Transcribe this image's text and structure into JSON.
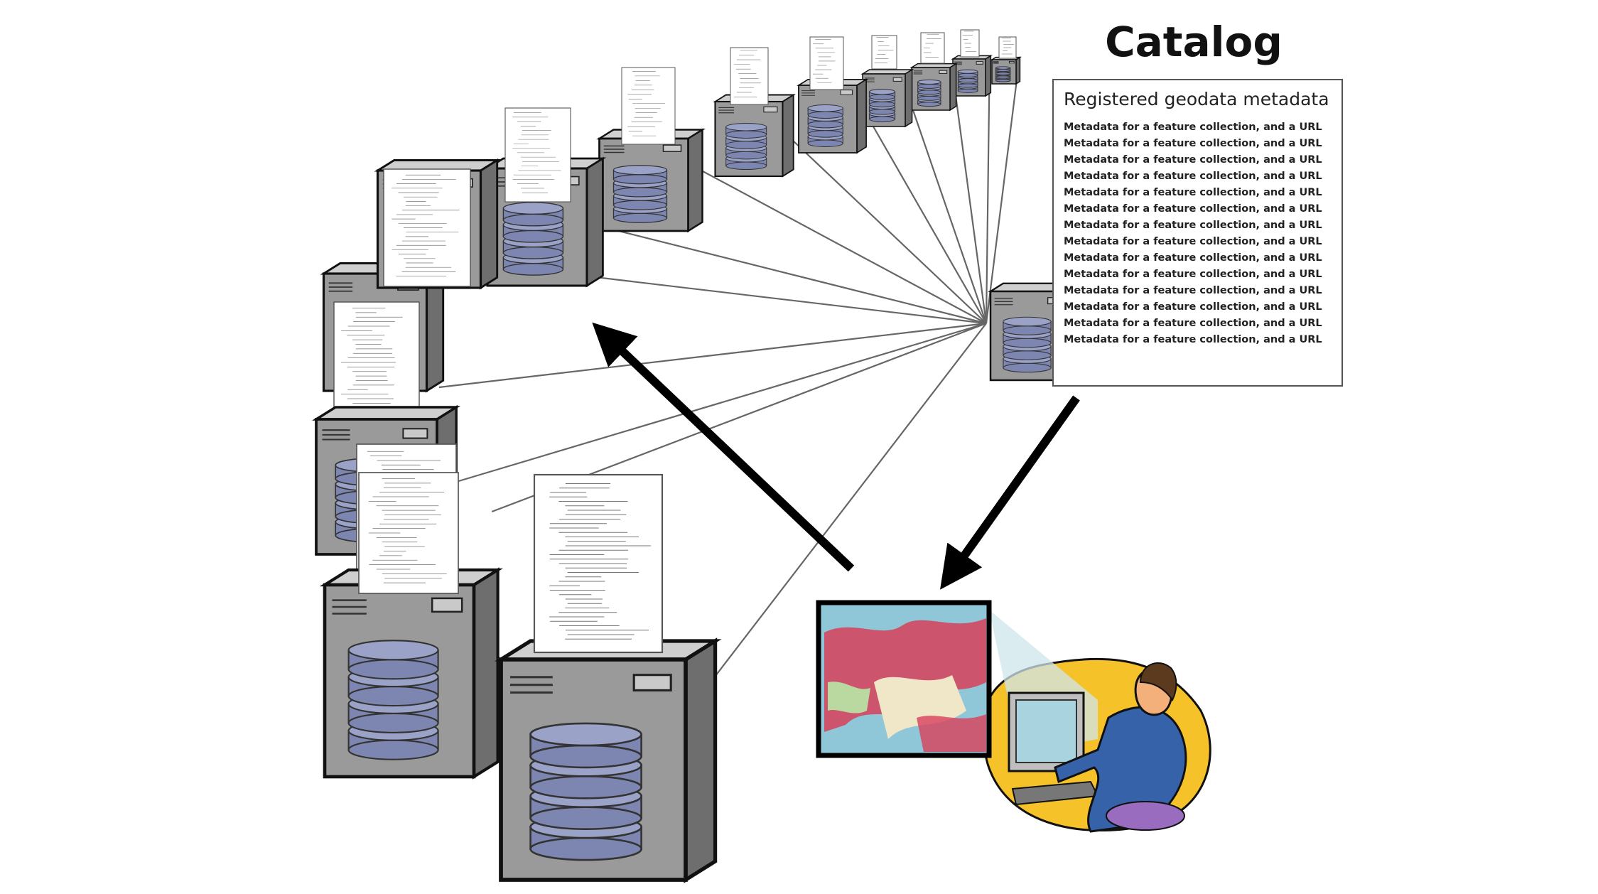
{
  "catalog": {
    "title": "Catalog",
    "heading": "Registered geodata metadata",
    "entries": [
      "Metadata for a feature collection, and a URL",
      "Metadata for a feature collection, and a URL",
      "Metadata for a feature collection, and a URL",
      "Metadata for a feature collection, and a URL",
      "Metadata for a feature collection, and a URL",
      "Metadata for a feature collection, and a URL",
      "Metadata for a feature collection, and a URL",
      "Metadata for a feature collection, and a URL",
      "Metadata for a feature collection, and a URL",
      "Metadata for a feature collection, and a URL",
      "Metadata for a feature collection, and a URL",
      "Metadata for a feature collection, and a URL",
      "Metadata for a feature collection, and a URL",
      "Metadata for a feature collection, and a URL"
    ]
  },
  "icons": {
    "data_server": "database-server-icon",
    "metadata_document": "metadata-document-icon",
    "catalog_server": "catalog-server-icon",
    "map": "map-icon",
    "user": "user-at-computer-icon"
  },
  "colors": {
    "server_body": "#9a9a9a",
    "server_side": "#6e6e6e",
    "disk": "#7d86b0",
    "arrow": "#000000",
    "link_line": "#666666",
    "map_red": "#d8405a",
    "map_water": "#8fc6d8",
    "user_bubble": "#f6c22a",
    "user_shirt": "#3562a8",
    "screen": "#a9d3de"
  }
}
